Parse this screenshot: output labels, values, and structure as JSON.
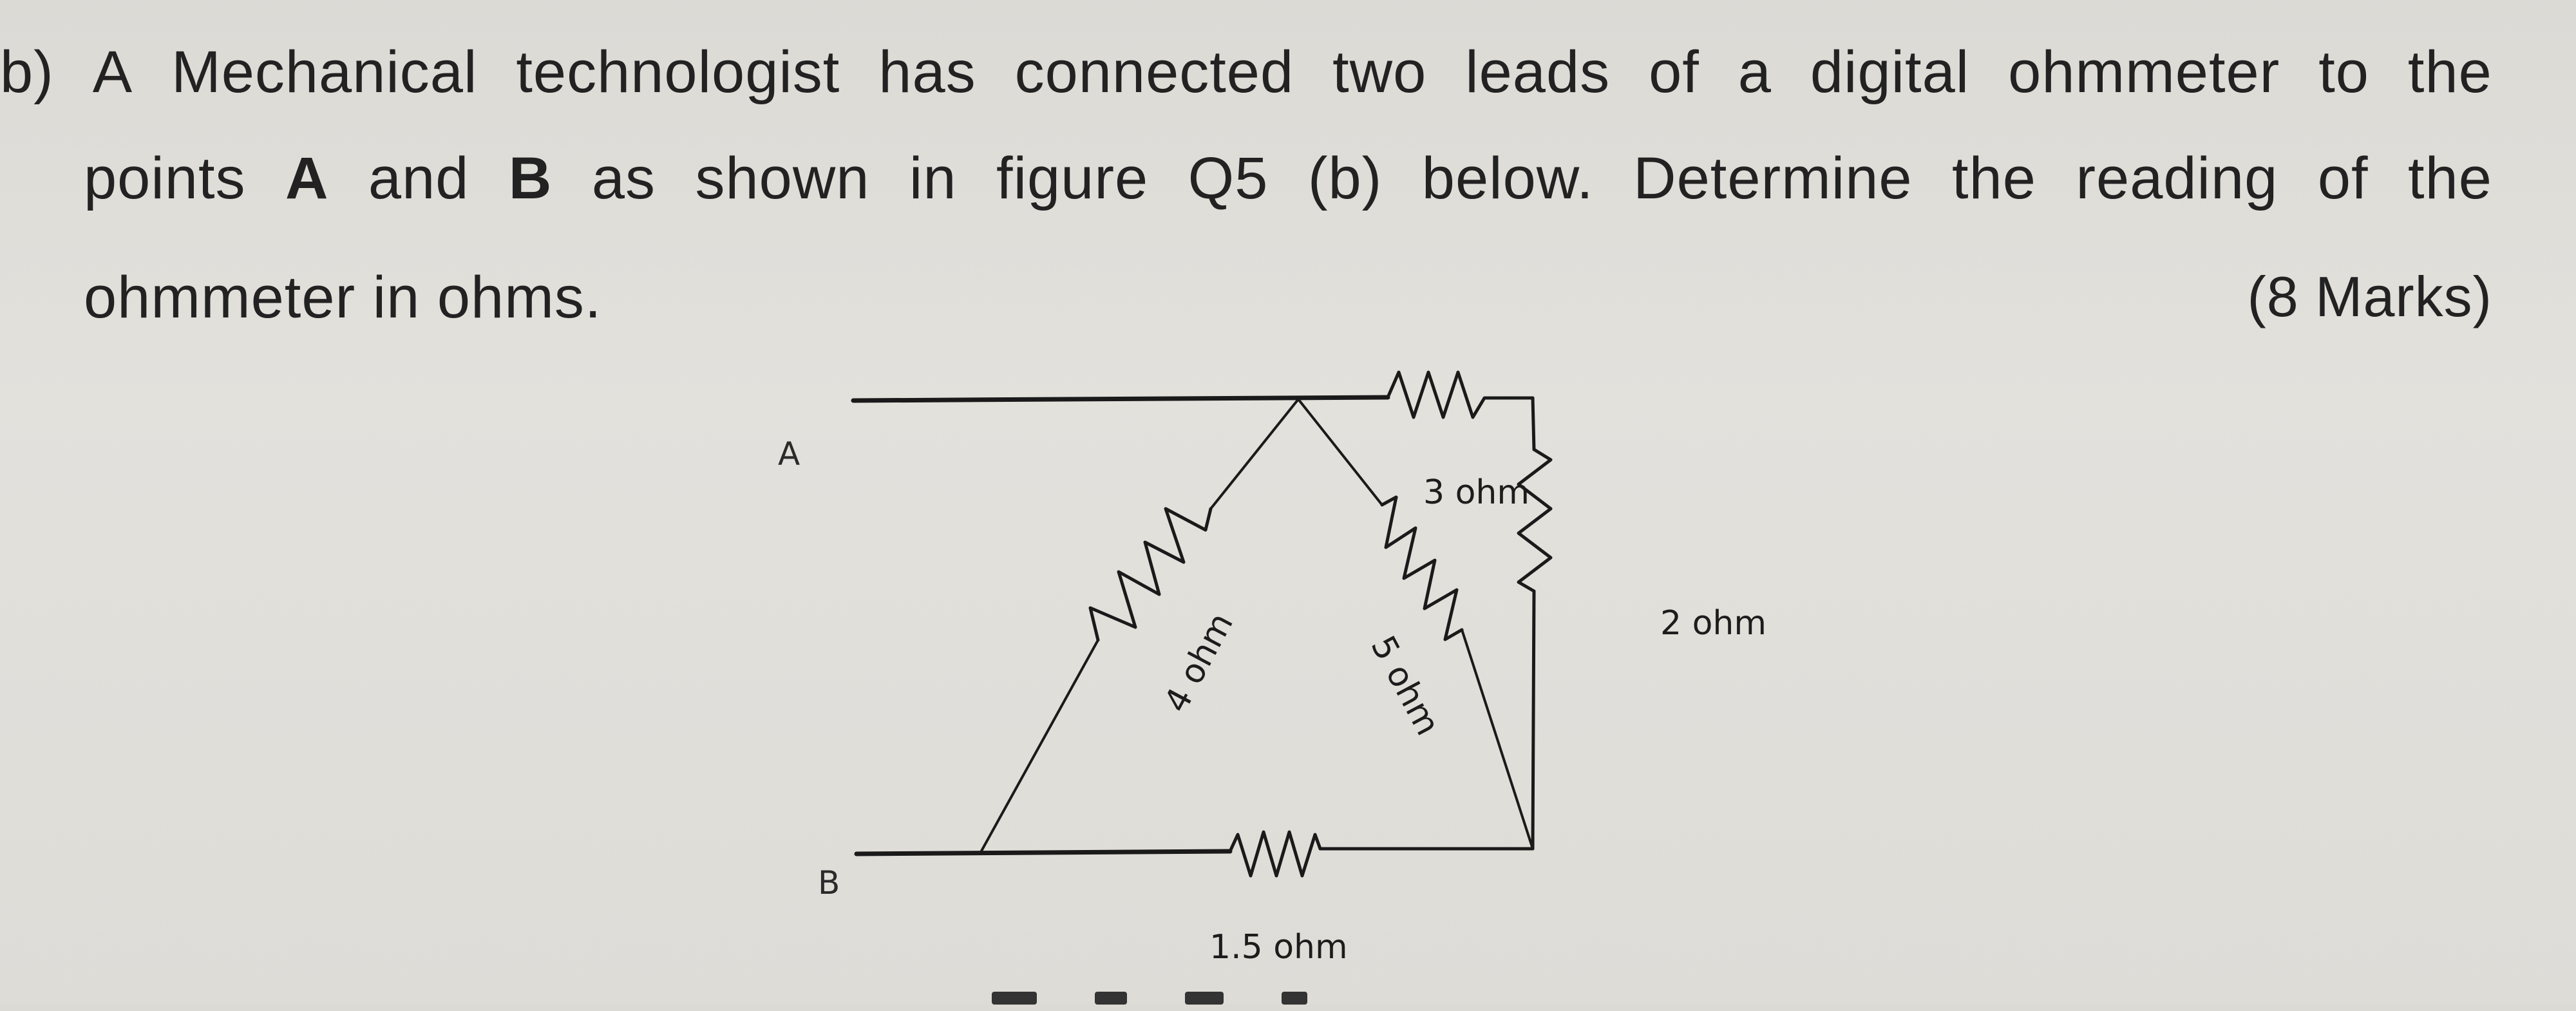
{
  "question": {
    "part_label": "b)",
    "line1": [
      "A",
      "Mechanical",
      "technologist",
      "has",
      "connected",
      "two",
      "leads",
      "of",
      "a",
      "digital",
      "ohmmeter",
      "to",
      "the"
    ],
    "line2_pre": "points",
    "point_a": "A",
    "line2_and": "and",
    "point_b": "B",
    "line2_rest": [
      "as",
      "shown",
      "in",
      "figure",
      "Q5",
      "(b)",
      "below.",
      "Determine",
      "the",
      "reading",
      "of",
      "the"
    ],
    "line3": "ohmmeter in ohms.",
    "marks": "(8 Marks)"
  },
  "figure": {
    "node_a_label": "A",
    "node_b_label": "B",
    "resistors": {
      "r_top": "3 ohm",
      "r_right": "2 ohm",
      "r_left_diag": "4 ohm",
      "r_mid_diag": "5 ohm",
      "r_bottom": "1.5 ohm"
    },
    "line_color": "#1a1a1a",
    "paper_color": "#e0ded9"
  }
}
